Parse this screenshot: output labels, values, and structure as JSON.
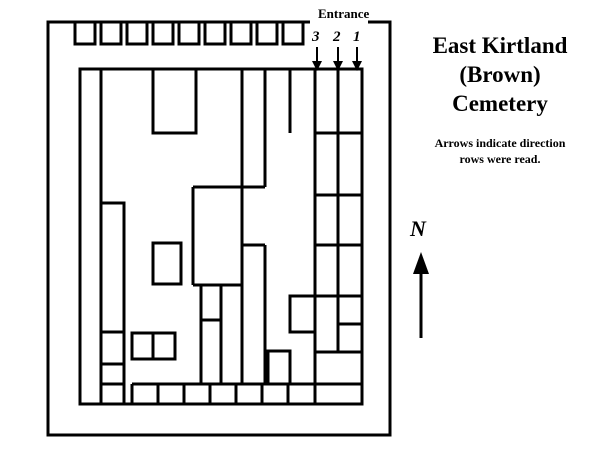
{
  "map": {
    "entrance_label": "Entrance",
    "row_numbers": [
      "3",
      "2",
      "1"
    ],
    "title_lines": [
      "East Kirtland",
      "(Brown)",
      "Cemetery"
    ],
    "note_lines": [
      "Arrows indicate direction",
      "rows were read."
    ],
    "north_label": "N"
  }
}
